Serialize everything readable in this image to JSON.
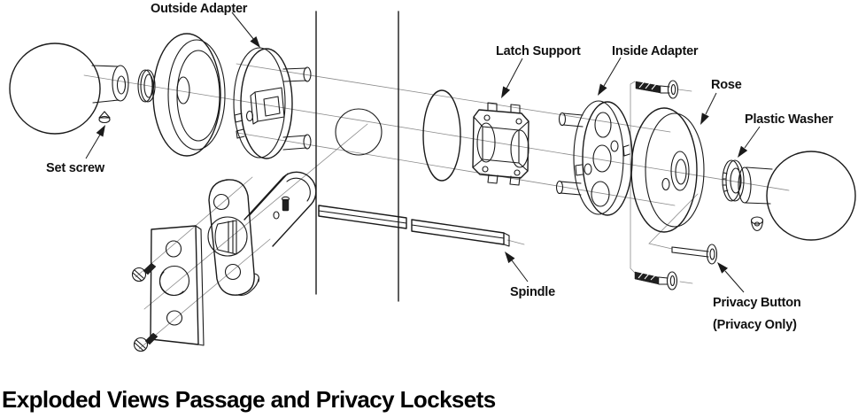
{
  "document": {
    "title": "Exploded Views Passage and Privacy Locksets"
  },
  "diagram": {
    "type": "exploded-view-technical-drawing",
    "subject": "Passage and Privacy Locksets",
    "labels": {
      "outside_adapter": "Outside Adapter",
      "set_screw": "Set screw",
      "latch_support": "Latch Support",
      "inside_adapter": "Inside Adapter",
      "rose": "Rose",
      "plastic_washer": "Plastic Washer",
      "spindle": "Spindle",
      "privacy_button": "Privacy Button",
      "privacy_button_note": "(Privacy Only)"
    },
    "unlabeled_parts": [
      "outside knob",
      "inside knob",
      "outside rose",
      "knob washer",
      "door section with cross bore",
      "latch bolt assembly",
      "latch faceplate",
      "strike plate",
      "strike plate screws",
      "mounting screws"
    ],
    "colors": {
      "line": "#1a1a1a",
      "construction_line": "#8a8a8a",
      "text": "#111111",
      "background": "#ffffff"
    }
  }
}
